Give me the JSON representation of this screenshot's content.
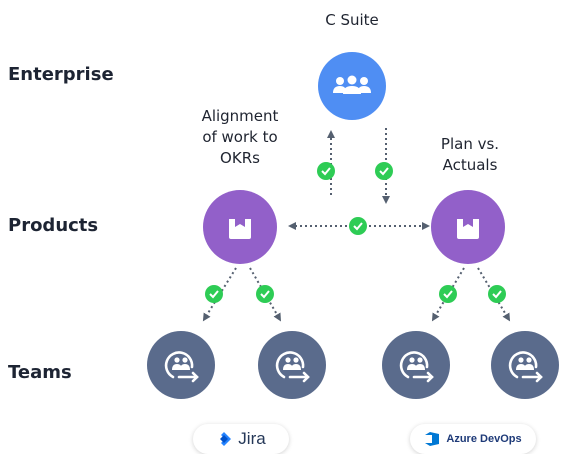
{
  "levels": {
    "enterprise": "Enterprise",
    "products": "Products",
    "teams": "Teams"
  },
  "nodes": {
    "csuite": "C Suite",
    "alignment_line1": "Alignment",
    "alignment_line2": "of work to",
    "alignment_line3": "OKRs",
    "plan_line1": "Plan vs.",
    "plan_line2": "Actuals"
  },
  "logos": {
    "jira": "Jira",
    "azure": "Azure DevOps"
  },
  "colors": {
    "csuite": "#4f8ef3",
    "product": "#9260c9",
    "team": "#5a6b8c",
    "check": "#2ecc55",
    "arrow": "#556070"
  },
  "icons": {
    "csuite": "people-group-icon",
    "product": "box-icon",
    "team": "sprint-cycle-icon",
    "connector": "check-icon"
  }
}
